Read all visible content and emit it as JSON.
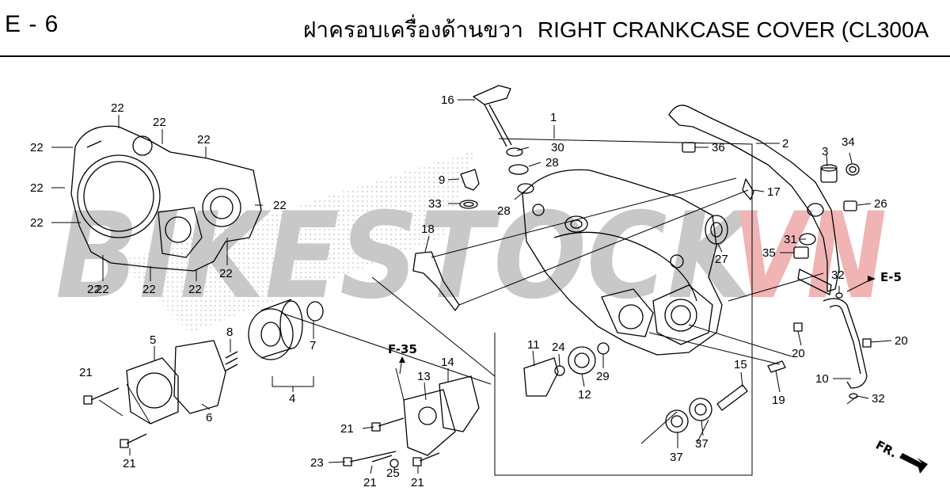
{
  "header": {
    "page_code": "E - 6",
    "title_thai": "ฝาครอบเครื่องด้านขวา",
    "title_en": "RIGHT CRANKCASE COVER (CL300A"
  },
  "watermark": {
    "text_grey": "BIKESTOCK",
    "text_red": "VN",
    "color_grey": "#c8c8c8",
    "color_red": "#f0b4b4"
  },
  "callouts": [
    "22",
    "22",
    "22",
    "22",
    "22",
    "22",
    "22",
    "22",
    "22",
    "22",
    "22",
    "22",
    "16",
    "1",
    "30",
    "28",
    "28",
    "9",
    "33",
    "18",
    "36",
    "2",
    "3",
    "34",
    "17",
    "26",
    "27",
    "31",
    "35",
    "32",
    "32",
    "20",
    "20",
    "10",
    "19",
    "15",
    "37",
    "37",
    "11",
    "24",
    "12",
    "29",
    "14",
    "13",
    "5",
    "8",
    "7",
    "4",
    "6",
    "21",
    "21",
    "21",
    "21",
    "21",
    "23",
    "25"
  ],
  "references": {
    "f35": "F-35",
    "e5": "E-5",
    "front": "FR."
  }
}
